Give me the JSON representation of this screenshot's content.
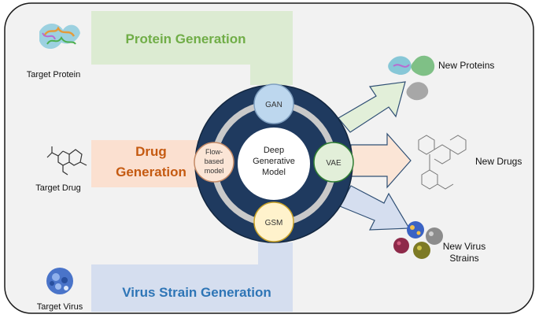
{
  "inputs": {
    "protein": {
      "label": "Target Protein",
      "banner": "Protein Generation"
    },
    "drug": {
      "label": "Target Drug",
      "banner_line1": "Drug",
      "banner_line2": "Generation"
    },
    "virus": {
      "label": "Target Virus",
      "banner": "Virus Strain Generation"
    }
  },
  "hub": {
    "center_line1": "Deep",
    "center_line2": "Generative",
    "center_line3": "Model",
    "models": {
      "gan": "GAN",
      "vae": "VAE",
      "gsm": "GSM",
      "flow_line1": "Flow-",
      "flow_line2": "based",
      "flow_line3": "model"
    }
  },
  "outputs": {
    "proteins": "New Proteins",
    "drugs": "New Drugs",
    "virus_line1": "New Virus",
    "virus_line2": "Strains"
  },
  "colors": {
    "protein_stream": "#dcebd2",
    "drug_stream": "#fbe0d0",
    "virus_stream": "#d5deef",
    "hub_dark": "#1f3a5f",
    "gan": "#bdd7ee",
    "vae": "#e2efd9",
    "gsm": "#fff2cc",
    "flow": "#fbe5d6",
    "protein_text": "#70ad47",
    "drug_text": "#c55a11",
    "virus_text": "#2e75b6"
  }
}
